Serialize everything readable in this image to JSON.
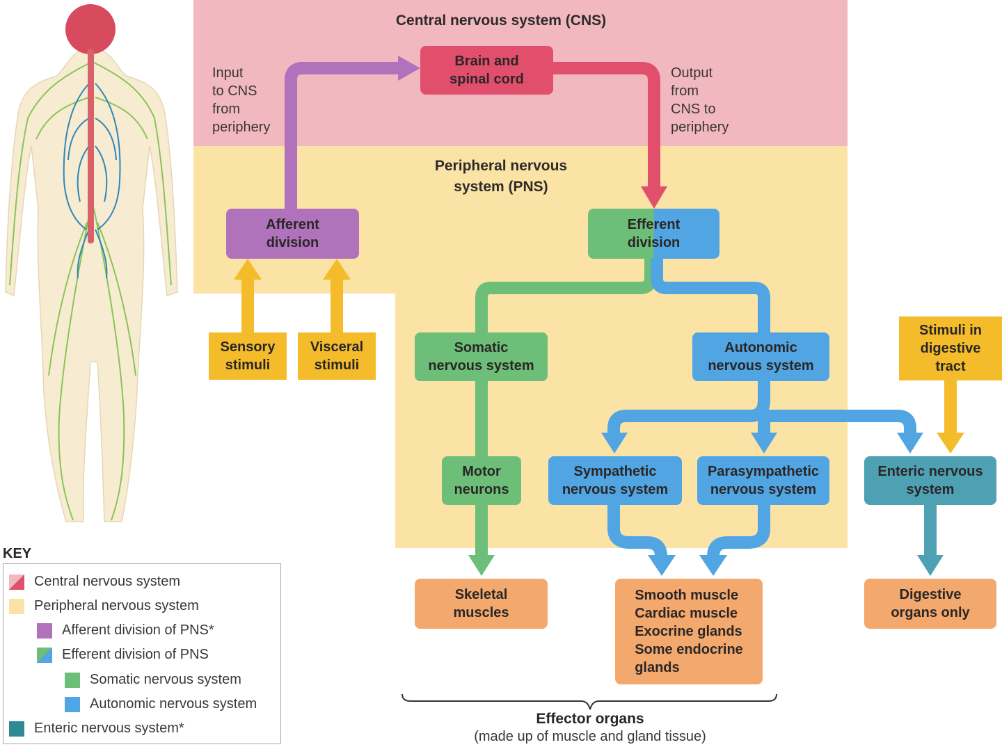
{
  "regions": {
    "cns_title": "Central nervous system (CNS)",
    "pns_title": "Peripheral nervous\nsystem (PNS)"
  },
  "notes": {
    "input": "Input\nto CNS\nfrom\nperiphery",
    "output": "Output\nfrom\nCNS to\nperiphery"
  },
  "nodes": {
    "brain": "Brain and\nspinal cord",
    "afferent": "Afferent\ndivision",
    "efferent": "Efferent\ndivision",
    "sensory": "Sensory\nstimuli",
    "visceral": "Visceral\nstimuli",
    "somatic": "Somatic\nnervous system",
    "autonomic": "Autonomic\nnervous system",
    "stimuli_digestive": "Stimuli in\ndigestive\ntract",
    "motor": "Motor\nneurons",
    "sympathetic": "Sympathetic\nnervous system",
    "parasympathetic": "Parasympathetic\nnervous system",
    "enteric": "Enteric nervous\nsystem",
    "skeletal": "Skeletal\nmuscles",
    "smooth": "Smooth muscle\nCardiac muscle\nExocrine glands\nSome endocrine\n  glands",
    "digestive": "Digestive\norgans only"
  },
  "effector": {
    "label": "Effector organs",
    "sub": "(made up of muscle and gland tissue)"
  },
  "key": {
    "title": "KEY",
    "items": [
      {
        "label": "Central nervous system",
        "color": "#e24f6c"
      },
      {
        "label": "Peripheral nervous system",
        "color": "#fbe3a6"
      },
      {
        "label": "Afferent division of PNS*",
        "color": "#b072bb"
      },
      {
        "label": "Efferent division of PNS",
        "color": "#6cbe78"
      },
      {
        "label": "Somatic nervous system",
        "color": "#6cbe78"
      },
      {
        "label": "Autonomic nervous system",
        "color": "#52a5e3"
      },
      {
        "label": "Enteric nervous system*",
        "color": "#2f8a93"
      }
    ]
  },
  "colors": {
    "cns": "#f2b8bf",
    "pns": "#fbe3a6",
    "pink": "#e24f6c",
    "purple": "#b072bb",
    "green": "#6cbe78",
    "blue": "#52a5e3",
    "teal": "#4ea0b3",
    "yellow": "#f4bc2b",
    "orange": "#f3a86e"
  }
}
